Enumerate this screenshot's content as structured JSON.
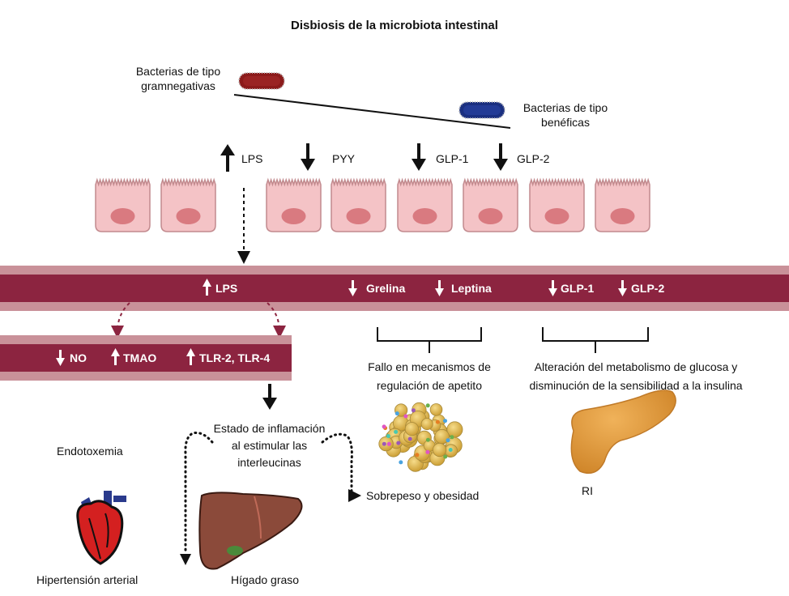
{
  "title": "Disbiosis de la microbiota intestinal",
  "bacteria": {
    "gramnegative_label_line1": "Bacterias de tipo",
    "gramnegative_label_line2": "gramnegativas",
    "beneficial_label_line1": "Bacterias de tipo",
    "beneficial_label_line2": "benéficas"
  },
  "epithelium_markers": [
    {
      "arrow": "up",
      "label": "LPS"
    },
    {
      "arrow": "down",
      "label": "PYY"
    },
    {
      "arrow": "down",
      "label": "GLP-1"
    },
    {
      "arrow": "down",
      "label": "GLP-2"
    }
  ],
  "main_band": {
    "lps": "LPS",
    "grelina": "Grelina",
    "leptina": "Leptina",
    "glp1": "GLP-1",
    "glp2": "GLP-2"
  },
  "sub_band": {
    "no": "NO",
    "tmao": "TMAO",
    "tlr": "TLR-2, TLR-4"
  },
  "appetite_text": {
    "line1": "Fallo en mecanismos de",
    "line2": "regulación de apetito"
  },
  "metabolism_text": {
    "line1": "Alteración del metabolismo de glucosa y",
    "line2": "disminución de la sensibilidad a la insulina"
  },
  "inflammation_text": {
    "line1": "Estado de inflamación",
    "line2": "al estimular las",
    "line3": "interleucinas"
  },
  "outcomes": {
    "endotoxemia": "Endotoxemia",
    "hypertension": "Hipertensión arterial",
    "fatty_liver": "Hígado graso",
    "obesity": "Sobrepeso y obesidad",
    "ri": "RI"
  },
  "colors": {
    "band_dark": "#8c2440",
    "band_light": "#c99199",
    "cell_fill": "#f4c3c6",
    "cell_stroke": "#c28a8e",
    "nucleus": "#d97a80",
    "gram_negative": "#8b1a1a",
    "beneficial": "#1a2f80"
  }
}
